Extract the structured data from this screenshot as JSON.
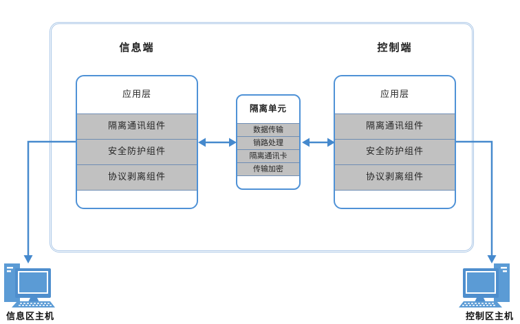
{
  "info_side": {
    "title": "信息端",
    "app_box": {
      "title": "应用层",
      "rows": [
        "隔离通讯组件",
        "安全防护组件",
        "协议剥离组件"
      ]
    },
    "host_label": "信息区主机"
  },
  "control_side": {
    "title": "控制端",
    "app_box": {
      "title": "应用层",
      "rows": [
        "隔离通讯组件",
        "安全防护组件",
        "协议剥离组件"
      ]
    },
    "host_label": "控制区主机"
  },
  "isolation_unit": {
    "title": "隔离单元",
    "rows": [
      "数据传输",
      "销路处理",
      "隔离通讯卡",
      "传输加密"
    ]
  },
  "icons": {
    "info_host_icon": "desktop-computer",
    "control_host_icon": "desktop-computer"
  },
  "colors": {
    "accent_blue": "#4589cd",
    "box_border_blue": "#4e91d6",
    "boundary_light_blue": "#a9c6e6",
    "row_fill_gray": "#c1c1c1",
    "row_border_blue_gray": "#6d8cb3",
    "computer_blue": "#5b9bd5",
    "text": "#262626"
  }
}
